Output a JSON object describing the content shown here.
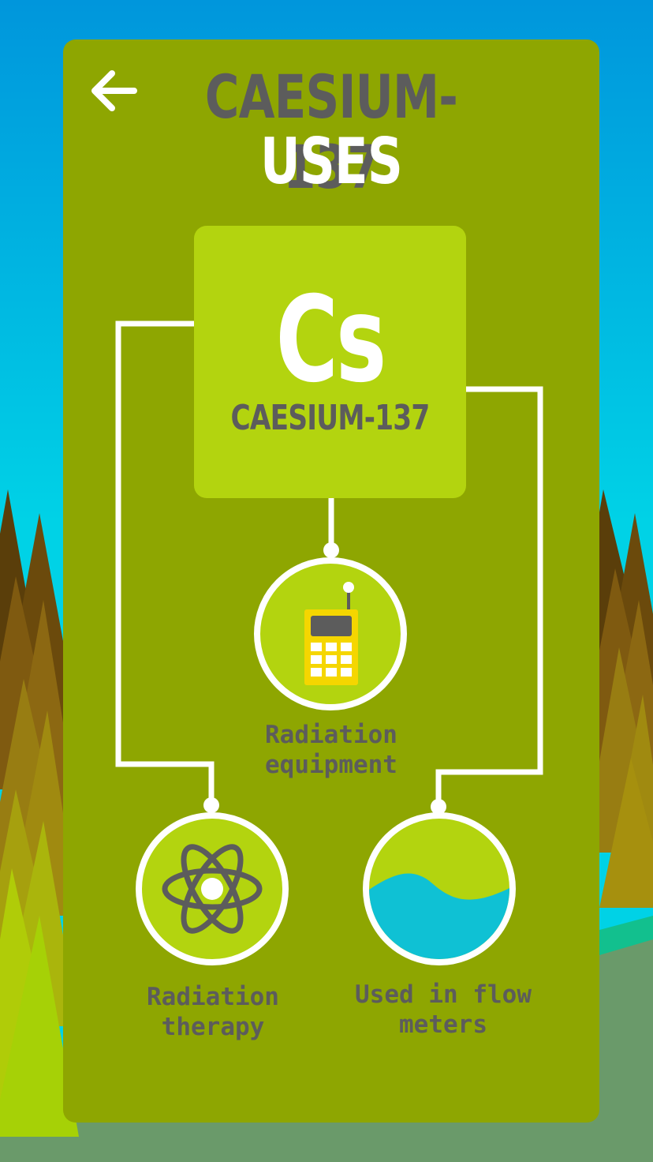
{
  "header": {
    "title_line1": "CAESIUM-137",
    "title_line2": "USES"
  },
  "element": {
    "symbol": "Cs",
    "name": "CAESIUM-137"
  },
  "uses": [
    {
      "label_line1": "Radiation",
      "label_line2": "equipment",
      "icon": "walkie-talkie-icon"
    },
    {
      "label_line1": "Radiation",
      "label_line2": "therapy",
      "icon": "atom-icon"
    },
    {
      "label_line1": "Used in flow",
      "label_line2": "meters",
      "icon": "wave-icon"
    }
  ],
  "colors": {
    "card": "#8ea601",
    "accent": "#b3d40f",
    "text_dark": "#5c5c5c",
    "sky_top": "#0096dc",
    "sky_bottom": "#00d2e6",
    "water": "#0fc1d4",
    "device": "#f5d600"
  }
}
